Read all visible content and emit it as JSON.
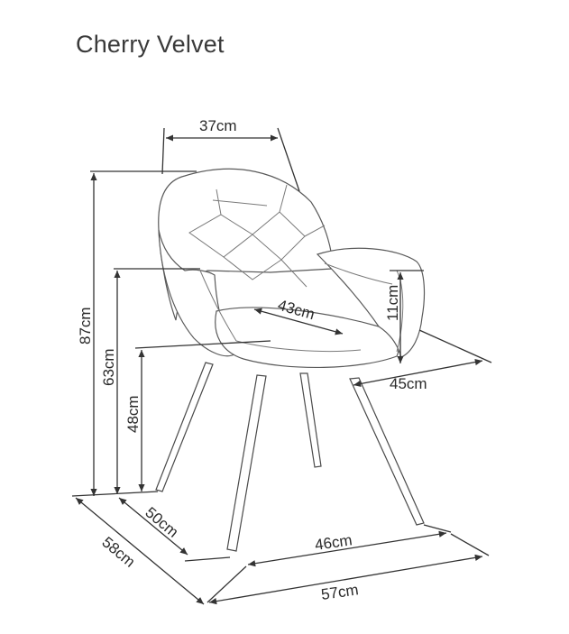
{
  "title": "Cherry Velvet",
  "dimensions": {
    "back_width": "37cm",
    "total_height": "87cm",
    "armrest_height": "63cm",
    "seat_height": "48cm",
    "seat_width": "43cm",
    "armrest_thickness": "11cm",
    "seat_depth": "45cm",
    "leg_depth": "50cm",
    "leg_width": "46cm",
    "total_depth": "58cm",
    "total_width": "57cm"
  }
}
